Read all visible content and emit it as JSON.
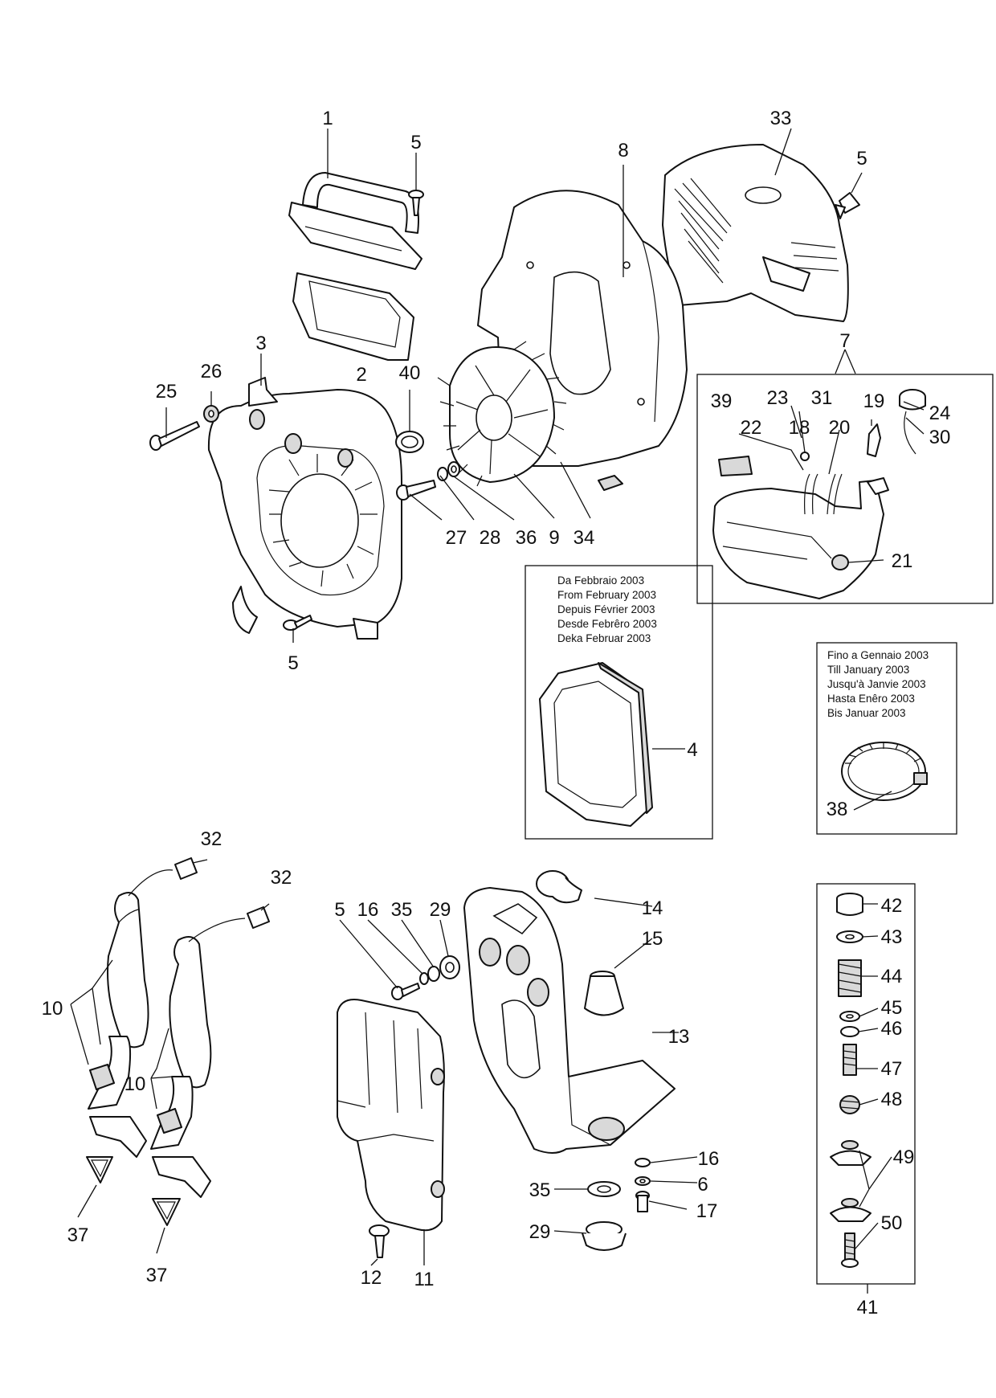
{
  "callouts": [
    {
      "id": "c1",
      "label": "1"
    },
    {
      "id": "c5a",
      "label": "5"
    },
    {
      "id": "c33",
      "label": "33"
    },
    {
      "id": "c8",
      "label": "8"
    },
    {
      "id": "c5b",
      "label": "5"
    },
    {
      "id": "c3",
      "label": "3"
    },
    {
      "id": "c2",
      "label": "2"
    },
    {
      "id": "c26",
      "label": "26"
    },
    {
      "id": "c40",
      "label": "40"
    },
    {
      "id": "c25",
      "label": "25"
    },
    {
      "id": "c7",
      "label": "7"
    },
    {
      "id": "c39",
      "label": "39"
    },
    {
      "id": "c23",
      "label": "23"
    },
    {
      "id": "c31",
      "label": "31"
    },
    {
      "id": "c19",
      "label": "19"
    },
    {
      "id": "c24",
      "label": "24"
    },
    {
      "id": "c22",
      "label": "22"
    },
    {
      "id": "c18",
      "label": "18"
    },
    {
      "id": "c20",
      "label": "20"
    },
    {
      "id": "c30",
      "label": "30"
    },
    {
      "id": "c27",
      "label": "27"
    },
    {
      "id": "c28",
      "label": "28"
    },
    {
      "id": "c36",
      "label": "36"
    },
    {
      "id": "c9",
      "label": "9"
    },
    {
      "id": "c34",
      "label": "34"
    },
    {
      "id": "c21",
      "label": "21"
    },
    {
      "id": "c5c",
      "label": "5"
    },
    {
      "id": "c4",
      "label": "4"
    },
    {
      "id": "c38",
      "label": "38"
    },
    {
      "id": "c32a",
      "label": "32"
    },
    {
      "id": "c32b",
      "label": "32"
    },
    {
      "id": "c5d",
      "label": "5"
    },
    {
      "id": "c16a",
      "label": "16"
    },
    {
      "id": "c35a",
      "label": "35"
    },
    {
      "id": "c29a",
      "label": "29"
    },
    {
      "id": "c14",
      "label": "14"
    },
    {
      "id": "c15",
      "label": "15"
    },
    {
      "id": "c10a",
      "label": "10"
    },
    {
      "id": "c10b",
      "label": "10"
    },
    {
      "id": "c13",
      "label": "13"
    },
    {
      "id": "c16b",
      "label": "16"
    },
    {
      "id": "c6",
      "label": "6"
    },
    {
      "id": "c35b",
      "label": "35"
    },
    {
      "id": "c17",
      "label": "17"
    },
    {
      "id": "c29b",
      "label": "29"
    },
    {
      "id": "c37a",
      "label": "37"
    },
    {
      "id": "c37b",
      "label": "37"
    },
    {
      "id": "c12",
      "label": "12"
    },
    {
      "id": "c11",
      "label": "11"
    },
    {
      "id": "c42",
      "label": "42"
    },
    {
      "id": "c43",
      "label": "43"
    },
    {
      "id": "c44",
      "label": "44"
    },
    {
      "id": "c45",
      "label": "45"
    },
    {
      "id": "c46",
      "label": "46"
    },
    {
      "id": "c47",
      "label": "47"
    },
    {
      "id": "c48",
      "label": "48"
    },
    {
      "id": "c49",
      "label": "49"
    },
    {
      "id": "c50",
      "label": "50"
    },
    {
      "id": "c41",
      "label": "41"
    }
  ],
  "notes": {
    "from_feb_2003": [
      "Da Febbraio 2003",
      "From February 2003",
      "Depuis Février 2003",
      "Desde Febrêro 2003",
      "Deka Februar 2003"
    ],
    "until_jan_2003": [
      "Fino a Gennaio 2003",
      "Till January 2003",
      "Jusqu'à Janvie 2003",
      "Hasta Enêro 2003",
      "Bis Januar 2003"
    ]
  }
}
